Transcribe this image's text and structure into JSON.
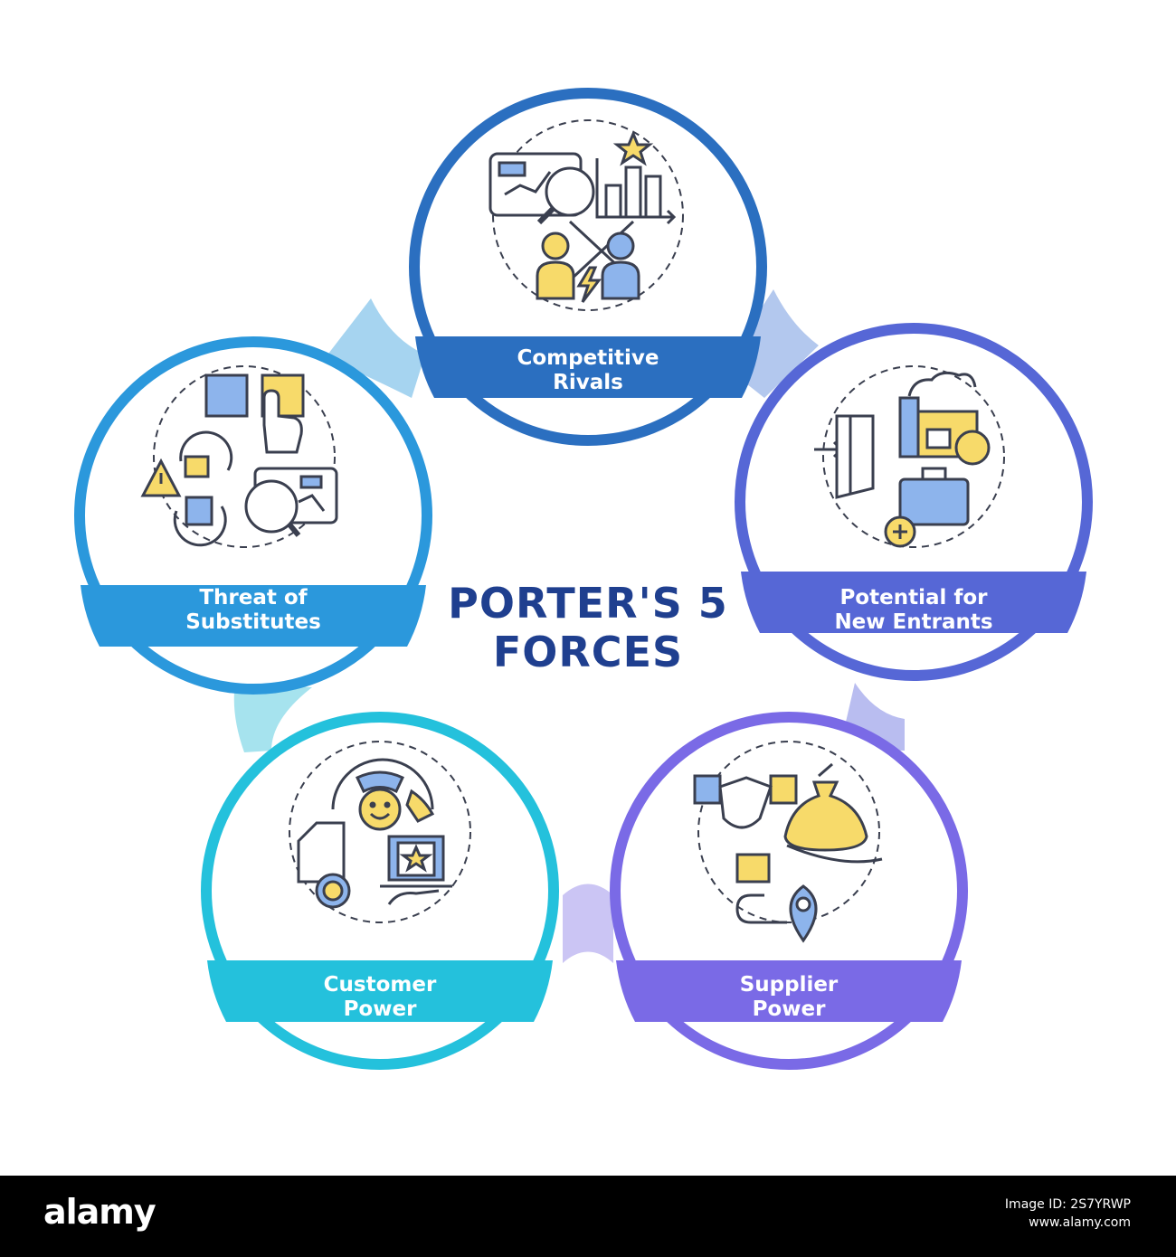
{
  "title": {
    "line1": "PORTER'S 5",
    "line2": "FORCES"
  },
  "forces": [
    {
      "id": "competitive-rivals",
      "line1": "Competitive",
      "line2": "Rivals",
      "color": "#2b6fc0"
    },
    {
      "id": "potential-for-new-entrants",
      "line1": "Potential for",
      "line2": "New Entrants",
      "color": "#5667d6"
    },
    {
      "id": "supplier-power",
      "line1": "Supplier",
      "line2": "Power",
      "color": "#7a6ae6"
    },
    {
      "id": "customer-power",
      "line1": "Customer",
      "line2": "Power",
      "color": "#24c1dc"
    },
    {
      "id": "threat-of-substitutes",
      "line1": "Threat of",
      "line2": "Substitutes",
      "color": "#2b98dc"
    }
  ],
  "colors": {
    "title": "#1f3f8f",
    "icon_yellow": "#f7da6a",
    "icon_blue": "#8db4ec",
    "icon_outline": "#3a3f4f"
  },
  "footer": {
    "logo": "alamy",
    "image_id": "Image ID: 2S7YRWP",
    "site": "www.alamy.com"
  }
}
